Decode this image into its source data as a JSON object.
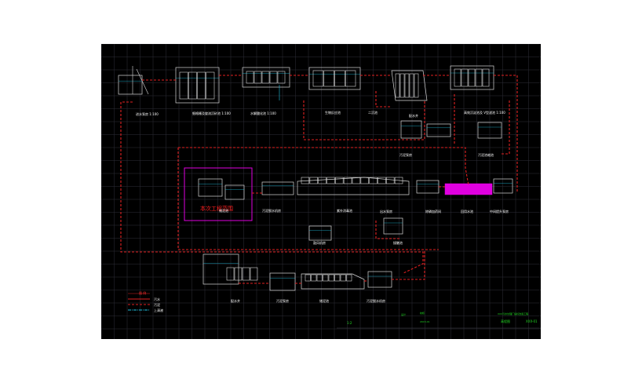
{
  "drawing": {
    "background": "#000000",
    "colors": {
      "grid": "#2f2f38",
      "pipe_solid": "#e02020",
      "pipe_dashed": "#e02020",
      "water_line": "#20c0e0",
      "equipment": "#d8d8d8",
      "highlight": "#e000e0",
      "title_text": "#22dd22"
    },
    "zone_label": "本次工程范围",
    "legend": {
      "title": "图 例",
      "items": [
        {
          "label": "污水",
          "style": "solid"
        },
        {
          "label": "污泥",
          "style": "dashed"
        },
        {
          "label": "上清液",
          "style": "dash-dot"
        }
      ]
    },
    "title_block": {
      "company": "XXX污水处理厂提标改造工程",
      "drawing_name": "高程图",
      "drawing_no": "XXX-01",
      "scale": "1:2",
      "design": "设计",
      "check": "校核",
      "date": "2015.01"
    },
    "unit_labels": [
      "进水泵房 1:100",
      "细格栅及旋流沉砂池 1:100",
      "水解酸化池 1:100",
      "生物反应池",
      "二沉池",
      "配水井",
      "高效沉淀池及 V型滤池 1:100",
      "污泥泵房",
      "污泥浓缩池",
      "储泥池",
      "污泥脱水机房",
      "紫外消毒池",
      "出水泵房",
      "除磷加药间",
      "回用水池",
      "中间提升泵房",
      "鼓风机房",
      "接触池"
    ]
  }
}
